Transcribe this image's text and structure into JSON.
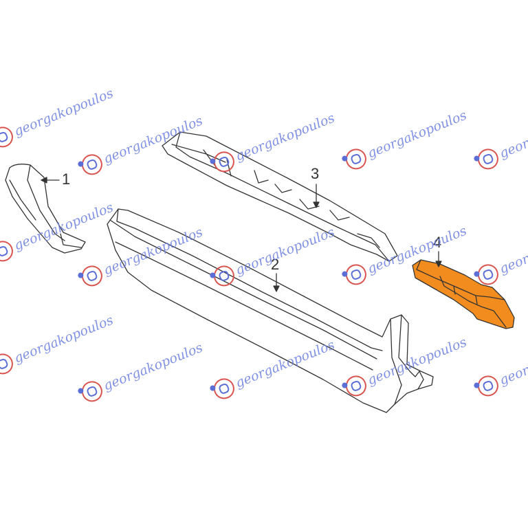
{
  "watermark": {
    "text": "georgakopoulos",
    "text_color": "#6c7fe0",
    "logo": "georgakopoulos-logo",
    "logo_colors": [
      "#d9534f",
      "#5b6fd6"
    ]
  },
  "parts": [
    {
      "id": "1",
      "label": "1",
      "highlighted": false
    },
    {
      "id": "2",
      "label": "2",
      "highlighted": false
    },
    {
      "id": "3",
      "label": "3",
      "highlighted": false
    },
    {
      "id": "4",
      "label": "4",
      "highlighted": true,
      "fill_color": "#f28c1f"
    }
  ],
  "line_color": "#333333",
  "part_fill": "#ffffff"
}
